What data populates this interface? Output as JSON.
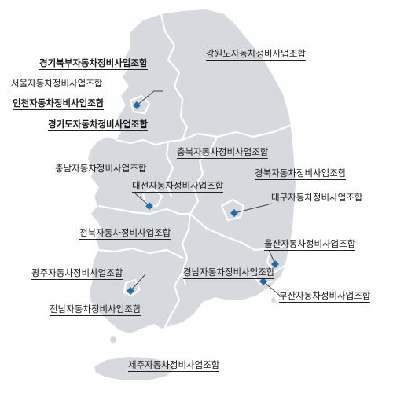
{
  "accent_color": "#1f6ea8",
  "land_color": "#d6d9de",
  "labels": {
    "gyeonggi_north": "경기북부자동차정비사업조합",
    "seoul": "서울자동차정비사업조합",
    "incheon": "인천자동차정비사업조합",
    "gyeonggi": "경기도자동차정비사업조합",
    "gangwon": "강원도자동차정비사업조합",
    "chungbuk": "충북자동차정비사업조합",
    "chungnam": "충남자동차정비사업조합",
    "daejeon": "대전자동차정비사업조합",
    "gyeongbuk": "경북자동차정비사업조합",
    "daegu": "대구자동차정비사업조합",
    "jeonbuk": "전북자동차정비사업조합",
    "ulsan": "울산자동차정비사업조합",
    "gyeongnam": "경남자동차정비사업조합",
    "busan": "부산자동차정비사업조합",
    "gwangju": "광주자동차정비사업조합",
    "jeonnam": "전남자동차정비사업조합",
    "jeju": "제주자동차정비사업조합"
  }
}
